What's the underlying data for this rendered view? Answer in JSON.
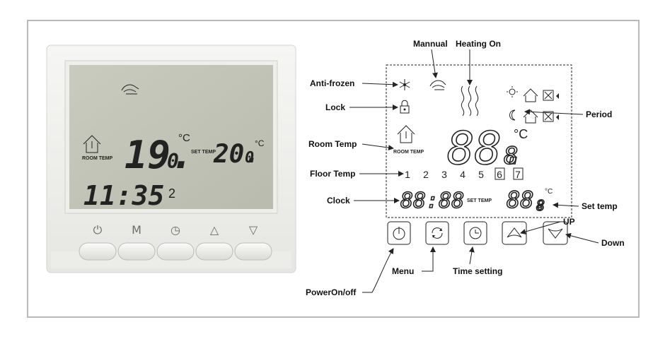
{
  "device": {
    "lcd": {
      "room_temp_label": "ROOM TEMP",
      "room_temp": "19.",
      "room_temp_decimal": "0",
      "room_unit": "°C",
      "set_temp_label": "SET TEMP",
      "set_temp": "20.",
      "set_temp_decimal": "0",
      "set_unit": "°C",
      "clock": "11:35",
      "day": "2"
    },
    "buttons": [
      {
        "id": "power",
        "symbol": "⏻"
      },
      {
        "id": "menu",
        "symbol": "M"
      },
      {
        "id": "clock",
        "symbol": "◷"
      },
      {
        "id": "up",
        "symbol": "△"
      },
      {
        "id": "down",
        "symbol": "▽"
      }
    ]
  },
  "diagram": {
    "labels": {
      "manual": "Mannual",
      "heating_on": "Heating On",
      "anti_frozen": "Anti-frozen",
      "lock": "Lock",
      "room_temp": "Room Temp",
      "floor_temp": "Floor Temp",
      "clock": "Clock",
      "period": "Period",
      "set_temp": "Set temp",
      "up": "UP",
      "down": "Down",
      "menu": "Menu",
      "time_setting": "Time setting",
      "power": "PowerOn/off"
    },
    "lcd": {
      "room_temp_label": "ROOM TEMP",
      "big_digits": "88.",
      "big_decimal": "8",
      "big_unit": "°C",
      "floor_numbers": [
        "1",
        "2",
        "3",
        "4",
        "5",
        "6",
        "7"
      ],
      "clock_digits": "88:88",
      "set_temp_label": "SET TEMP",
      "set_digits": "88.",
      "set_decimal": "8",
      "set_unit": "°C"
    }
  }
}
